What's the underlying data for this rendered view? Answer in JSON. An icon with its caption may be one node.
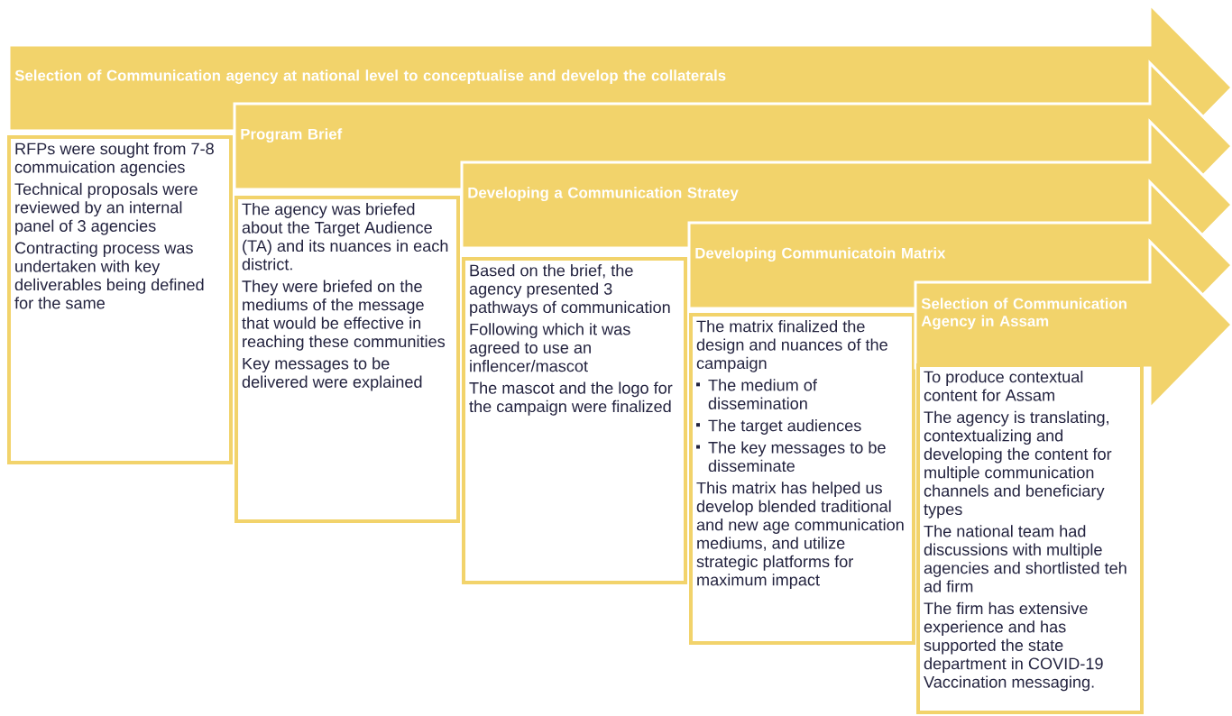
{
  "diagram": {
    "nodes": [
      {
        "text": [
          "Selection of Communication agency at national level to conceptualise and develop the collaterals"
        ]
      },
      {
        "text": [
          "RFPs were sought from 7-8 commuication agencies",
          "Technical proposals were reviewed by an internal panel of 3 agencies",
          "Contracting process was undertaken with key deliverables being defined for the same"
        ]
      },
      {
        "text": [
          "Program Brief"
        ]
      },
      {
        "text": [
          "The agency was briefed about the Target Audience (TA) and its nuances in each district.",
          "They were briefed on the mediums of the message that would be effective in reaching these communities",
          "Key messages to be delivered were explained"
        ]
      },
      {
        "text": [
          "Developing a Communication Stratey"
        ]
      },
      {
        "text": [
          "Based on the brief, the agency presented 3 pathways of communication",
          "Following which it was agreed to use an inflencer/mascot",
          "The mascot and the logo for the campaign were finalized"
        ]
      },
      {
        "text": [
          "Developing Communicatoin Matrix"
        ]
      },
      {
        "text": [
          "The matrix finalized the design and nuances of the campaign",
          "The medium of dissemination",
          "The target audiences",
          "The key messages to be disseminate",
          "This matrix has helped us develop blended traditional and new age communication mediums, and utilize strategic platforms for maximum impact"
        ]
      },
      {
        "text": [
          "Selection of Communication Agency in Assam"
        ]
      },
      {
        "text": [
          "To produce contextual content for Assam",
          "The agency is translating, contextualizing and developing the content for multiple communication channels and beneficiary types",
          "The national team had discussions with multiple agencies and shortlisted teh ad firm",
          "The firm has extensive experience and has supported the state department in COVID-19 Vaccination messaging."
        ]
      }
    ]
  }
}
